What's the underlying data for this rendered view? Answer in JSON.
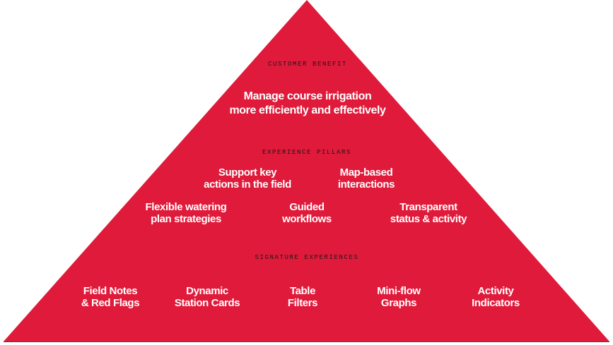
{
  "colors": {
    "pyramid_fill": "#E01A3A",
    "base_line": "#4a4a4a",
    "label_text": "#1a1a1a",
    "item_text": "#ffffff"
  },
  "customer_benefit": {
    "label": "CUSTOMER BENEFIT",
    "line1": "Manage course irrigation",
    "line2": "more efficiently and effectively"
  },
  "experience_pillars": {
    "label": "EXPERIENCE PILLARS",
    "items": [
      {
        "line1": "Support key",
        "line2": "actions in the field"
      },
      {
        "line1": "Map-based",
        "line2": "interactions"
      },
      {
        "line1": "Flexible watering",
        "line2": "plan strategies"
      },
      {
        "line1": "Guided",
        "line2": "workflows"
      },
      {
        "line1": "Transparent",
        "line2": "status & activity"
      }
    ]
  },
  "signature_experiences": {
    "label": "SIGNATURE EXPERIENCES",
    "items": [
      {
        "line1": "Field Notes",
        "line2": "& Red Flags"
      },
      {
        "line1": "Dynamic",
        "line2": "Station Cards"
      },
      {
        "line1": "Table",
        "line2": "Filters"
      },
      {
        "line1": "Mini-flow",
        "line2": "Graphs"
      },
      {
        "line1": "Activity",
        "line2": "Indicators"
      }
    ]
  }
}
